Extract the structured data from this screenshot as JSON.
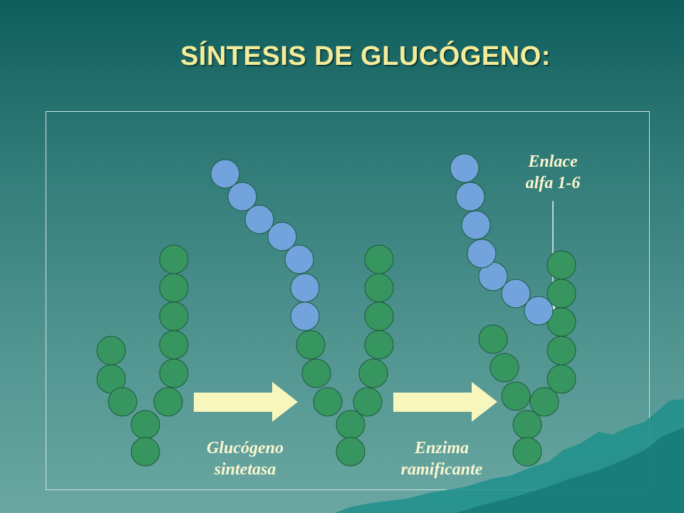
{
  "title": "SÍNTESIS DE GLUCÓGENO:",
  "labels": {
    "step1_line1": "Glucógeno",
    "step1_line2": "sintetasa",
    "step2_line1": "Enzima",
    "step2_line2": "ramificante",
    "bond_line1": "Enlace",
    "bond_line2": "alfa 1-6"
  },
  "colors": {
    "title": "#f5ec9a",
    "glucose_existing": "#37955f",
    "glucose_new": "#72a3dc",
    "arrow": "#f7f6bd",
    "label": "#fbf6cf",
    "frame": "#cfe4e2",
    "rock": "#1f8f8c"
  }
}
